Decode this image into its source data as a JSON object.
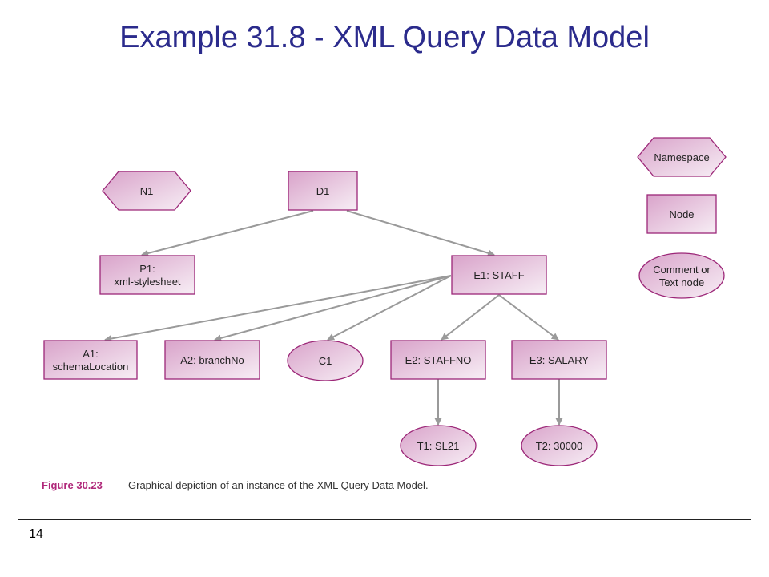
{
  "title": "Example 31.8 - XML Query Data Model",
  "page_number": "14",
  "colors": {
    "node_border": "#9c2778",
    "edge": "#9a9a9a",
    "fill_dark": "#d9a3ca",
    "fill_light": "#f7eef5"
  },
  "nodes": {
    "n1": {
      "shape": "hexagon",
      "lines": [
        "N1"
      ]
    },
    "d1": {
      "shape": "rect",
      "lines": [
        "D1"
      ]
    },
    "p1": {
      "shape": "rect",
      "lines": [
        "P1:",
        "xml-stylesheet"
      ]
    },
    "e1": {
      "shape": "rect",
      "lines": [
        "E1: STAFF"
      ]
    },
    "a1": {
      "shape": "rect",
      "lines": [
        "A1:",
        "schemaLocation"
      ]
    },
    "a2": {
      "shape": "rect",
      "lines": [
        "A2: branchNo"
      ]
    },
    "c1": {
      "shape": "ellipse",
      "lines": [
        "C1"
      ]
    },
    "e2": {
      "shape": "rect",
      "lines": [
        "E2: STAFFNO"
      ]
    },
    "e3": {
      "shape": "rect",
      "lines": [
        "E3: SALARY"
      ]
    },
    "t1": {
      "shape": "ellipse",
      "lines": [
        "T1: SL21"
      ]
    },
    "t2": {
      "shape": "ellipse",
      "lines": [
        "T2: 30000"
      ]
    }
  },
  "legend": {
    "namespace": {
      "shape": "hexagon",
      "lines": [
        "Namespace"
      ]
    },
    "node": {
      "shape": "rect",
      "lines": [
        "Node"
      ]
    },
    "comment": {
      "shape": "ellipse",
      "lines": [
        "Comment or",
        "Text node"
      ]
    }
  },
  "edges": [
    [
      "d1",
      "p1"
    ],
    [
      "d1",
      "e1"
    ],
    [
      "e1",
      "a1"
    ],
    [
      "e1",
      "a2"
    ],
    [
      "e1",
      "c1"
    ],
    [
      "e1",
      "e2"
    ],
    [
      "e1",
      "e3"
    ],
    [
      "e2",
      "t1"
    ],
    [
      "e3",
      "t2"
    ]
  ],
  "caption": {
    "label": "Figure 30.23",
    "text": "Graphical depiction of an instance of the XML Query Data Model."
  }
}
